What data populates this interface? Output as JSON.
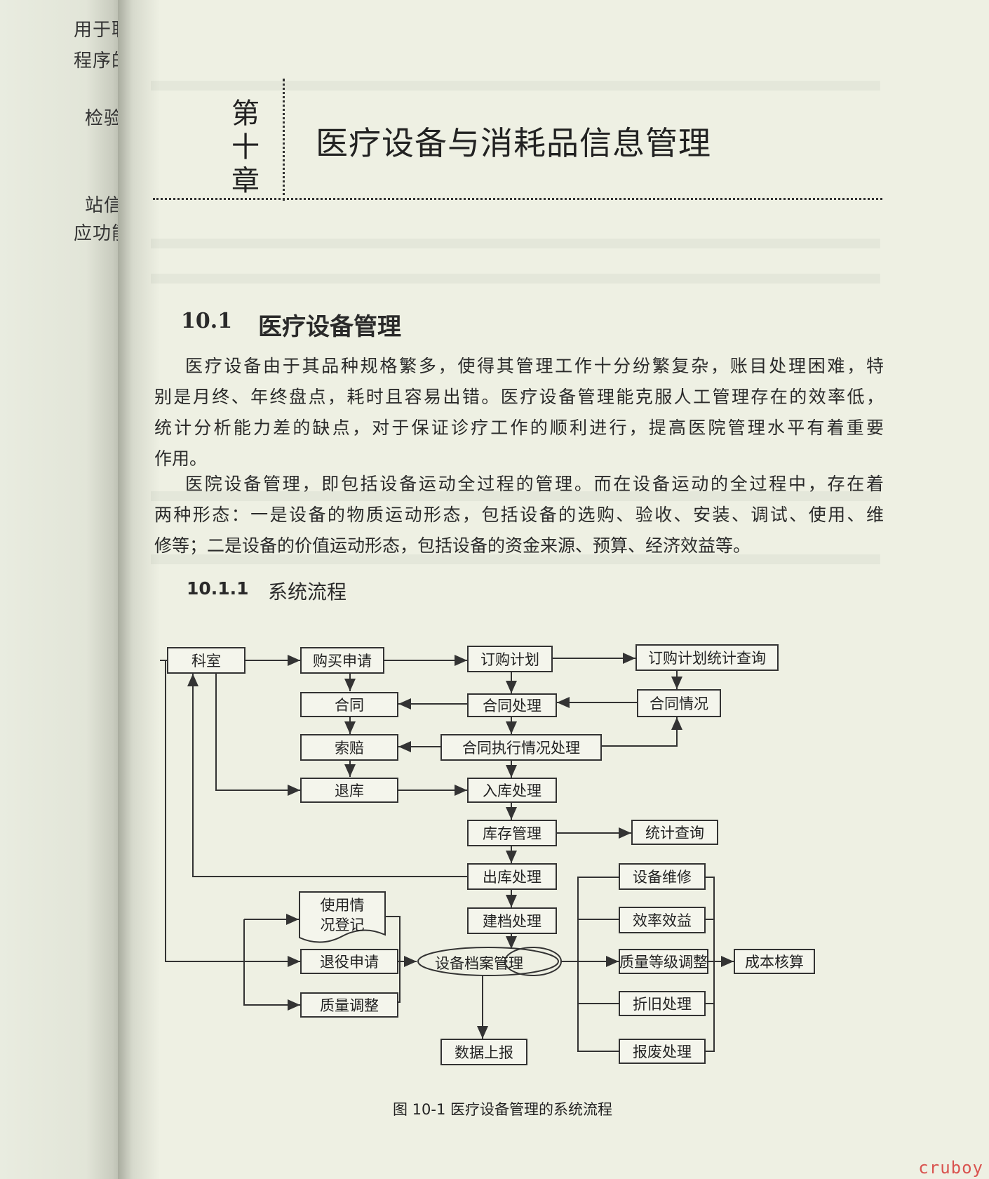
{
  "left_page": {
    "lines": [
      "用于联",
      "程序的",
      "",
      "检验",
      "",
      "站信",
      "应功能"
    ]
  },
  "chapter": {
    "number_chars": [
      "第",
      "十",
      "章"
    ],
    "title": "医疗设备与消耗品信息管理"
  },
  "section": {
    "number": "10.1",
    "title": "医疗设备管理"
  },
  "paragraphs": [
    {
      "lines": [
        "医疗设备由于其品种规格繁多，使得其管理工作十分纷繁复杂，账目处理困难，特",
        "别是月终、年终盘点，耗时且容易出错。医疗设备管理能克服人工管理存在的效率低，",
        "统计分析能力差的缺点，对于保证诊疗工作的顺利进行，提高医院管理水平有着重要",
        "作用。"
      ]
    },
    {
      "lines": [
        "医院设备管理，即包括设备运动全过程的管理。而在设备运动的全过程中，存在着",
        "两种形态：一是设备的物质运动形态，包括设备的选购、验收、安装、调试、使用、维",
        "修等；二是设备的价值运动形态，包括设备的资金来源、预算、经济效益等。"
      ]
    }
  ],
  "subsection": {
    "number": "10.1.1",
    "title": "系统流程"
  },
  "flowchart": {
    "nodes": {
      "keshi": "科室",
      "goumai": "购买申请",
      "dinggou": "订购计划",
      "dinggou_stat": "订购计划统计查询",
      "hetong": "合同",
      "hetong_chuli": "合同处理",
      "hetong_qingkuang": "合同情况",
      "suopei": "索赔",
      "hetong_zhixing": "合同执行情况处理",
      "tuiku": "退库",
      "ruku": "入库处理",
      "kucun": "库存管理",
      "tongji": "统计查询",
      "chuku": "出库处理",
      "shebei_weixiu": "设备维修",
      "shiyong_l1": "使用情",
      "shiyong_l2": "况登记",
      "jiandang": "建档处理",
      "xiaolv": "效率效益",
      "tuiyi": "退役申请",
      "dangan": "设备档案管理",
      "zhiliang_dengji": "质量等级调整",
      "chengben": "成本核算",
      "zhiliang_tiaozheng": "质量调整",
      "zhejiu": "折旧处理",
      "shuju": "数据上报",
      "baofei": "报废处理"
    },
    "caption": "图 10-1    医疗设备管理的系统流程"
  },
  "watermark": "cruboy"
}
